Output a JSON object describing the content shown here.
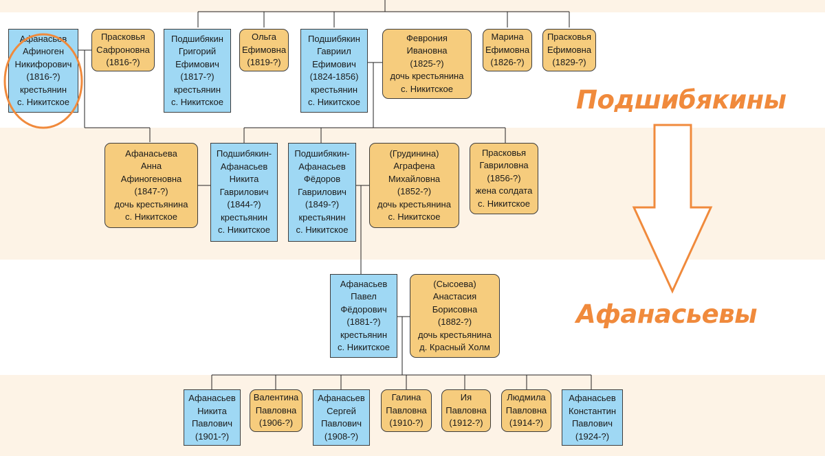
{
  "labels": {
    "top_family": "Подшибякины",
    "bottom_family": "Афанасьевы"
  },
  "colors": {
    "male": "#9fd8f4",
    "female": "#f6cc7d",
    "accent": "#f08a3c",
    "band": "#fdf3e6"
  },
  "generation1": [
    {
      "id": "afinogen",
      "gender": "male",
      "lines": [
        "Афанасьев",
        "Афиноген",
        "Никифорович",
        "(1816-?)",
        "крестьянин",
        "с. Никитское"
      ]
    },
    {
      "id": "praskovya_s",
      "gender": "female",
      "lines": [
        "Прасковья",
        "Сафроновна",
        "(1816-?)"
      ]
    },
    {
      "id": "grigoriy",
      "gender": "male",
      "lines": [
        "Подшибякин",
        "Григорий",
        "Ефимович",
        "(1817-?)",
        "крестьянин",
        "с. Никитское"
      ]
    },
    {
      "id": "olga",
      "gender": "female",
      "lines": [
        "Ольга",
        "Ефимовна",
        "(1819-?)"
      ]
    },
    {
      "id": "gavriil",
      "gender": "male",
      "lines": [
        "Подшибякин",
        "Гавриил",
        "Ефимович",
        "(1824-1856)",
        "крестьянин",
        "с. Никитское"
      ]
    },
    {
      "id": "fevroniya",
      "gender": "female",
      "lines": [
        "Феврония",
        "Ивановна",
        "(1825-?)",
        "дочь крестьянина",
        "с. Никитское"
      ]
    },
    {
      "id": "marina",
      "gender": "female",
      "lines": [
        "Марина",
        "Ефимовна",
        "(1826-?)"
      ]
    },
    {
      "id": "praskovya_e",
      "gender": "female",
      "lines": [
        "Прасковья",
        "Ефимовна",
        "(1829-?)"
      ]
    }
  ],
  "generation2": [
    {
      "id": "anna",
      "gender": "female",
      "lines": [
        "Афанасьева",
        "Анна",
        "Афиногеновна",
        "(1847-?)",
        "дочь крестьянина",
        "с. Никитское"
      ]
    },
    {
      "id": "nikita_g",
      "gender": "male",
      "lines": [
        "Подшибякин-",
        "Афанасьев",
        "Никита",
        "Гаврилович",
        "(1844-?)",
        "крестьянин",
        "с. Никитское"
      ]
    },
    {
      "id": "fedor",
      "gender": "male",
      "lines": [
        "Подшибякин-",
        "Афанасьев",
        "Фёдоров",
        "Гаврилович",
        "(1849-?)",
        "крестьянин",
        "с. Никитское"
      ]
    },
    {
      "id": "agrafena",
      "gender": "female",
      "lines": [
        "(Грудинина)",
        "Аграфена",
        "Михайловна",
        "(1852-?)",
        "дочь крестьянина",
        "с. Никитское"
      ]
    },
    {
      "id": "praskovya_g",
      "gender": "female",
      "lines": [
        "Прасковья",
        "Гавриловна",
        "(1856-?)",
        "жена солдата",
        "с. Никитское"
      ]
    }
  ],
  "generation3": [
    {
      "id": "pavel",
      "gender": "male",
      "lines": [
        "Афанасьев",
        "Павел",
        "Фёдорович",
        "(1881-?)",
        "крестьянин",
        "с. Никитское"
      ]
    },
    {
      "id": "anastasiya",
      "gender": "female",
      "lines": [
        "(Сысоева)",
        "Анастасия",
        "Борисовна",
        "(1882-?)",
        "дочь крестьянина",
        "д. Красный Холм"
      ]
    }
  ],
  "generation4": [
    {
      "id": "nikita_p",
      "gender": "male",
      "lines": [
        "Афанасьев",
        "Никита",
        "Павлович",
        "(1901-?)"
      ]
    },
    {
      "id": "valentina",
      "gender": "female",
      "lines": [
        "Валентина",
        "Павловна",
        "(1906-?)"
      ]
    },
    {
      "id": "sergey",
      "gender": "male",
      "lines": [
        "Афанасьев",
        "Сергей",
        "Павлович",
        "(1908-?)"
      ]
    },
    {
      "id": "galina",
      "gender": "female",
      "lines": [
        "Галина",
        "Павловна",
        "(1910-?)"
      ]
    },
    {
      "id": "iya",
      "gender": "female",
      "lines": [
        "Ия",
        "Павловна",
        "(1912-?)"
      ]
    },
    {
      "id": "lyudmila",
      "gender": "female",
      "lines": [
        "Людмила",
        "Павловна",
        "(1914-?)"
      ]
    },
    {
      "id": "konstantin",
      "gender": "male",
      "lines": [
        "Афанасьев",
        "Константин",
        "Павлович",
        "(1924-?)"
      ]
    }
  ]
}
